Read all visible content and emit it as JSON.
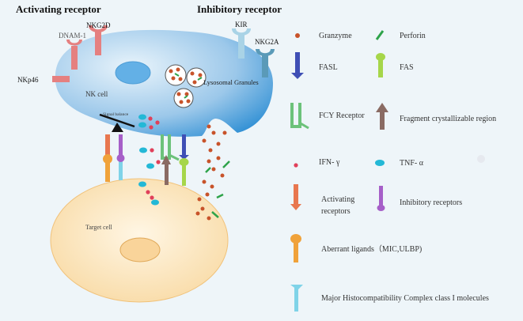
{
  "labels": {
    "activating_receptor": "Activating receptor",
    "inhibitory_receptor": "Inhibitory receptor",
    "dnam1": "DNAM-1",
    "nkg2d": "NKG2D",
    "kir": "KIR",
    "nkg2a": "NKG2A",
    "nkp46": "NKp46",
    "nk_cell": "NK cell",
    "lysosomal_granules": "Lysosomal Granules",
    "signal_balance": "Signal balance",
    "target_cell": "Target cell"
  },
  "legend": {
    "granzyme": "Granzyme",
    "perforin": "Perforin",
    "fasl": "FASL",
    "fas": "FAS",
    "fcy_receptor": "FCY Receptor",
    "fc_region": "Fragment crystallizable region",
    "ifn": "IFN- γ",
    "tnf": "TNF- α",
    "activating_receptors_1": "Activating",
    "activating_receptors_2": "receptors",
    "inhibitory_receptors": "Inhibitory receptors",
    "aberrant_ligands": "Aberrant ligands（MIC,ULBP)",
    "mhc": "Major Histocompatibility Complex class I molecules"
  },
  "colors": {
    "nk_cell": "#3f9ad6",
    "target_cell": "#fbe3b8",
    "granzyme": "#c8532a",
    "perforin": "#2ea34a",
    "ifn": "#e0405a",
    "tnf": "#23b8d6",
    "fasl": "#3f4fb5",
    "fas": "#a6d64a",
    "fcy": "#6cc27a",
    "fc_region": "#8a6b63",
    "activating": "#e8774f",
    "inhibitory": "#a65fc8",
    "aberrant": "#f0a23a",
    "mhc": "#7fd3e8",
    "dnam1": "#e58080",
    "kir": "#a9d3e6",
    "nkg2a": "#5a9ab8"
  }
}
